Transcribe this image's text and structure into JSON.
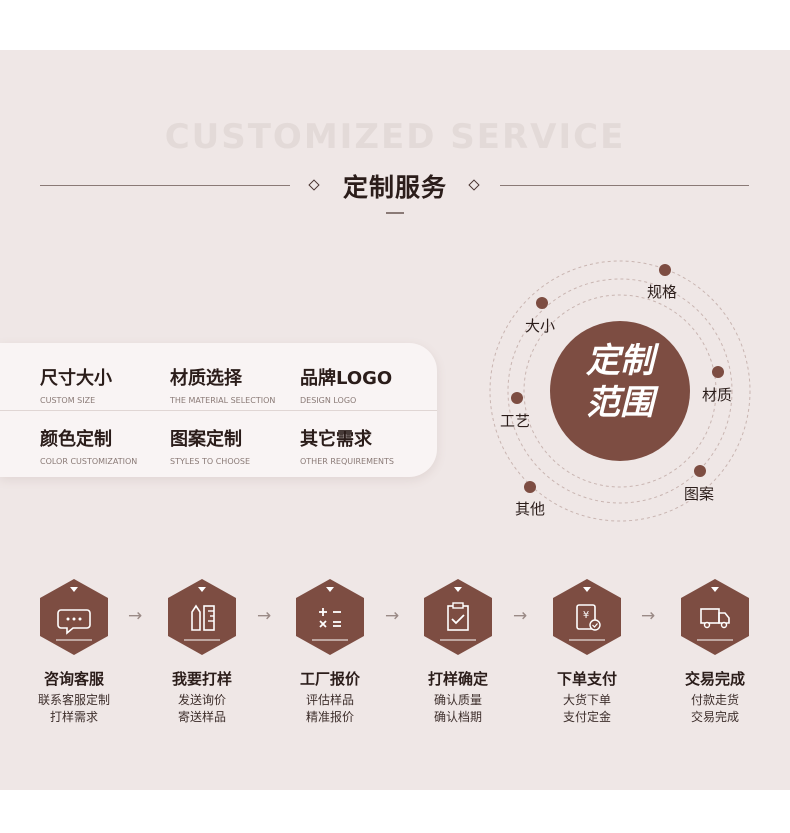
{
  "header": {
    "bg_title": "CUSTOMIZED SERVICE",
    "title": "定制服务"
  },
  "features": [
    {
      "title": "尺寸大小",
      "subtitle": "CUSTOM SIZE"
    },
    {
      "title": "材质选择",
      "subtitle": "THE MATERIAL SELECTION"
    },
    {
      "title": "品牌LOGO",
      "subtitle": "DESIGN LOGO"
    },
    {
      "title": "颜色定制",
      "subtitle": "COLOR CUSTOMIZATION"
    },
    {
      "title": "图案定制",
      "subtitle": "STYLES TO CHOOSE"
    },
    {
      "title": "其它需求",
      "subtitle": "OTHER REQUIREMENTS"
    }
  ],
  "scope": {
    "center_line1": "定制",
    "center_line2": "范围",
    "items": [
      "规格",
      "大小",
      "材质",
      "工艺",
      "图案",
      "其他"
    ]
  },
  "process": [
    {
      "title": "咨询客服",
      "line1": "联系客服定制",
      "line2": "打样需求",
      "icon": "chat-bubble-icon"
    },
    {
      "title": "我要打样",
      "line1": "发送询价",
      "line2": "寄送样品",
      "icon": "pen-ruler-icon"
    },
    {
      "title": "工厂报价",
      "line1": "评估样品",
      "line2": "精准报价",
      "icon": "calculator-icon"
    },
    {
      "title": "打样确定",
      "line1": "确认质量",
      "line2": "确认档期",
      "icon": "clipboard-check-icon"
    },
    {
      "title": "下单支付",
      "line1": "大货下单",
      "line2": "支付定金",
      "icon": "yen-payment-icon"
    },
    {
      "title": "交易完成",
      "line1": "付款走货",
      "line2": "交易完成",
      "icon": "truck-icon"
    }
  ],
  "colors": {
    "accent": "#7d4d42",
    "background": "#efe7e6",
    "text": "#2b1d1a"
  }
}
